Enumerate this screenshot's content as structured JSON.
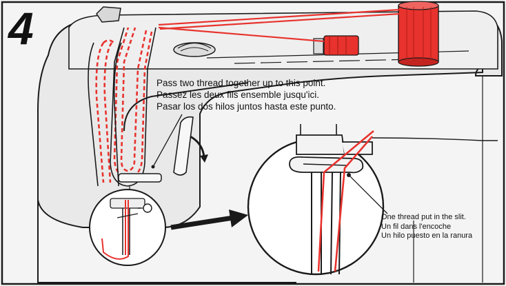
{
  "step": {
    "number": "4"
  },
  "callout_top": {
    "line_en": "Pass two thread together up to this point.",
    "line_fr": "Passez les deux fils ensemble jusqu'ici.",
    "line_es": "Pasar los dos hilos juntos hasta este punto."
  },
  "callout_bottom": {
    "line_en": "One thread put in the slit.",
    "line_fr": "Un fil dans l'encoche",
    "line_es": "Un hilo puesto en la ranura"
  },
  "colors": {
    "thread": "#e8322d",
    "spool": "#e8322d",
    "outline": "#1a1a1a",
    "background": "#f4f4f4",
    "machine": "#e9e9e9",
    "lens_fill": "#ffffff"
  }
}
